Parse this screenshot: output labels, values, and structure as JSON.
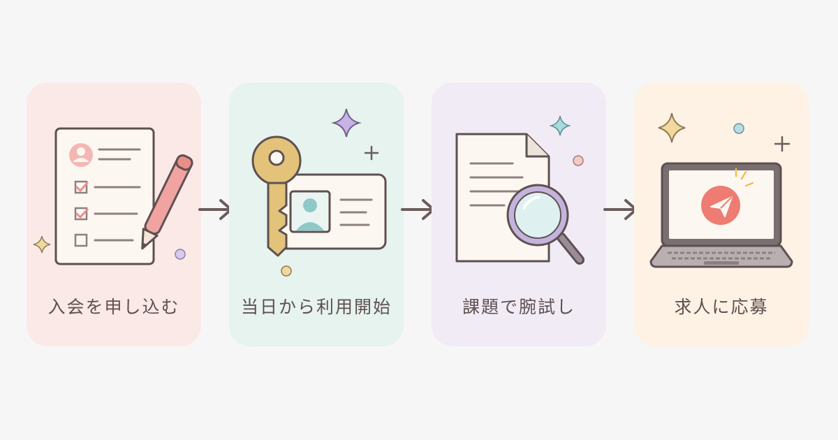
{
  "steps": [
    {
      "label": "入会を申し込む",
      "bg": "#fbe9e8",
      "icon": "application-form-icon"
    },
    {
      "label": "当日から利用開始",
      "bg": "#e6f3ef",
      "icon": "key-and-id-card-icon"
    },
    {
      "label": "課題で腕試し",
      "bg": "#f1ebf6",
      "icon": "document-magnifier-icon"
    },
    {
      "label": "求人に応募",
      "bg": "#fdf2e4",
      "icon": "laptop-send-icon"
    }
  ],
  "colors": {
    "outline": "#5e5050",
    "arrow": "#6b5c5c",
    "pink": "#ec9a98",
    "gold": "#e3c27a",
    "teal": "#8ec9c8",
    "lavender": "#c4b3dc",
    "coral": "#ee7c72"
  }
}
